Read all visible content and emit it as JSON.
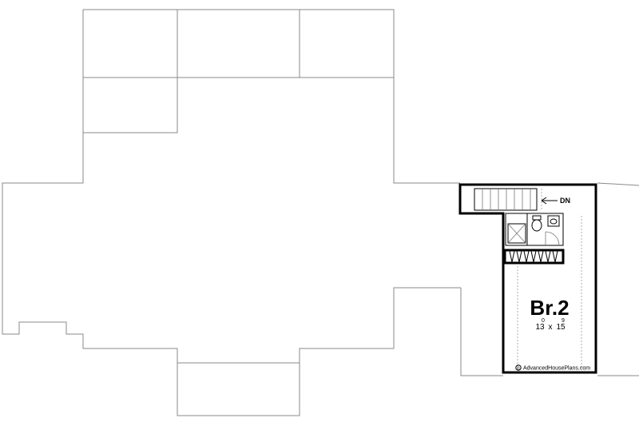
{
  "plan": {
    "stair_label": "DN",
    "bedroom": {
      "name": "Br.2",
      "width_ft": "13",
      "width_in": "0",
      "times": "x",
      "length_ft": "15",
      "length_in": "9"
    },
    "watermark": "AdvancedHousePlans.com",
    "copyright_symbol": "©"
  }
}
